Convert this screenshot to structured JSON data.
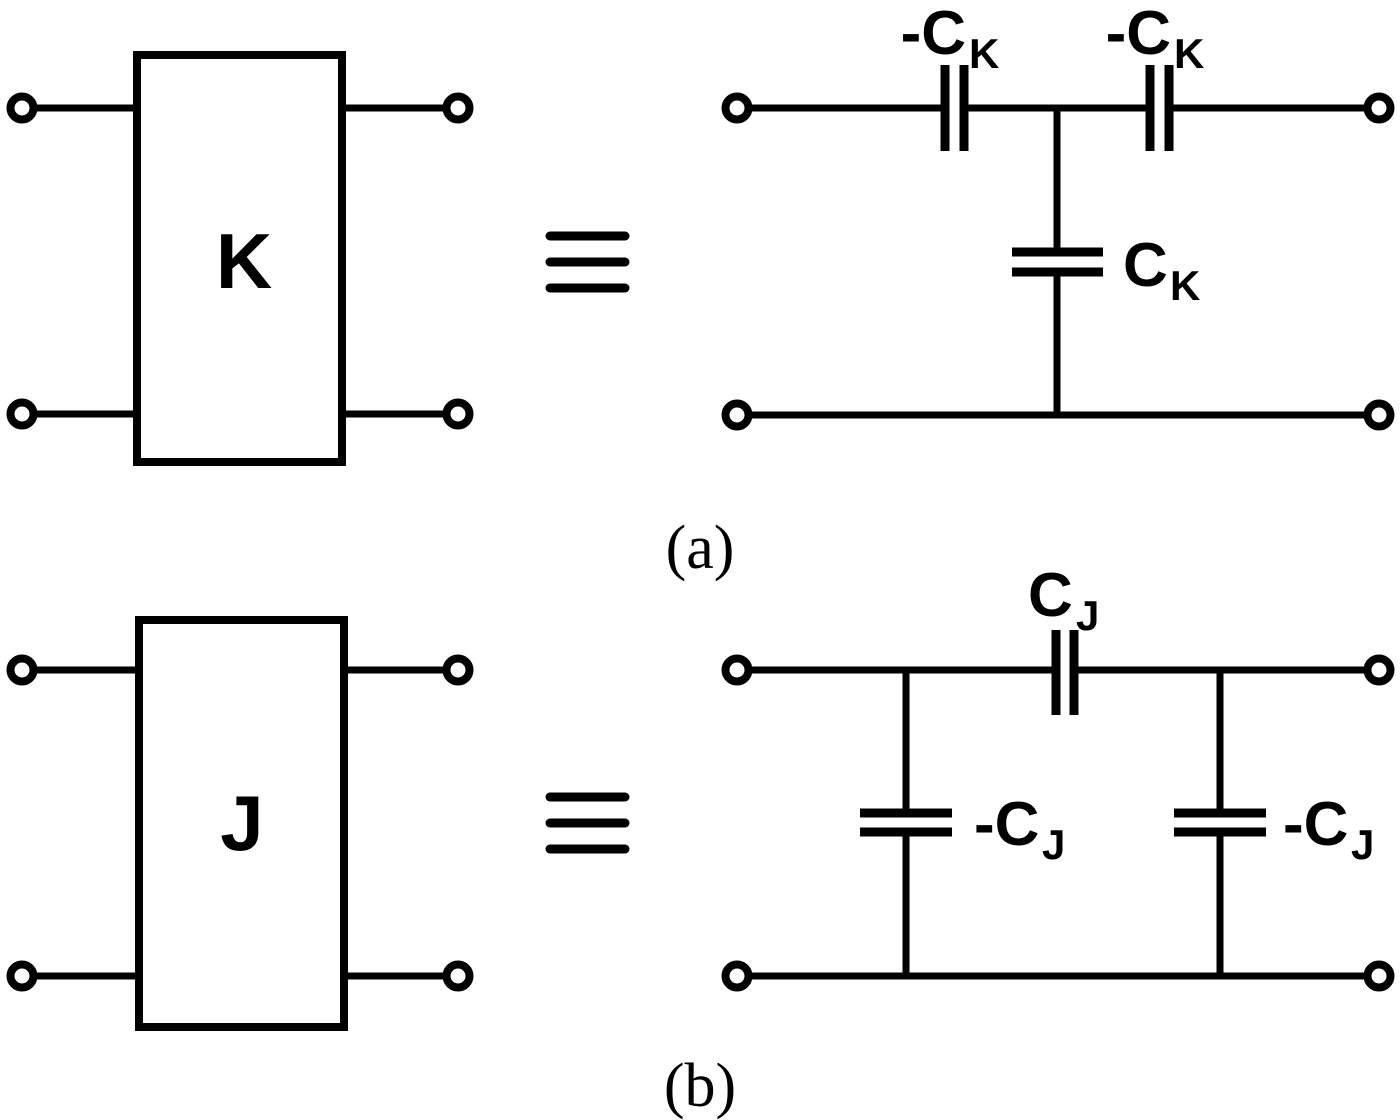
{
  "figure": {
    "background_color": "#ffffff",
    "line_color": "#000000",
    "panels": {
      "a": {
        "caption": "(a)",
        "box_label": "K",
        "equiv_symbol": "≡",
        "labels": {
          "series_left": {
            "main": "-C",
            "sub": "K"
          },
          "series_right": {
            "main": "-C",
            "sub": "K"
          },
          "shunt": {
            "main": "C",
            "sub": "K"
          }
        }
      },
      "b": {
        "caption": "(b)",
        "box_label": "J",
        "equiv_symbol": "≡",
        "labels": {
          "series": {
            "main": "C",
            "sub": "J"
          },
          "shunt_left": {
            "main": "-C",
            "sub": "J"
          },
          "shunt_right": {
            "main": "-C",
            "sub": "J"
          }
        }
      }
    }
  }
}
